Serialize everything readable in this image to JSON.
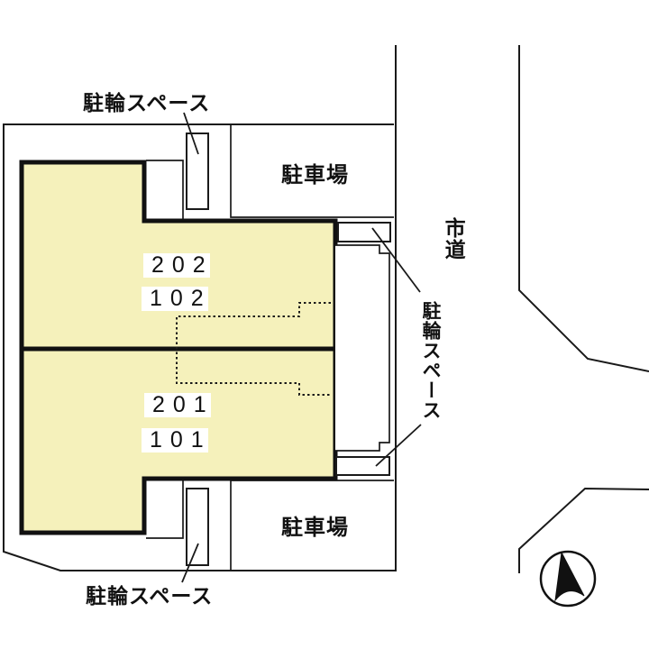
{
  "plan_title": "building site plan",
  "colors": {
    "building_fill": "#f5f1bb",
    "line": "#1a1a1a",
    "background": "#ffffff"
  },
  "labels": {
    "bicycle_space_top": "駐輪スペース",
    "bicycle_space_right": "駐輪スペース",
    "bicycle_space_bottom": "駐輪スペース",
    "parking_top": "駐車場",
    "parking_bottom": "駐車場",
    "city_road": "市道"
  },
  "units": [
    {
      "id": "202"
    },
    {
      "id": "102"
    },
    {
      "id": "201"
    },
    {
      "id": "101"
    }
  ],
  "compass": {
    "icon": "north-arrow-icon",
    "points": "north"
  }
}
